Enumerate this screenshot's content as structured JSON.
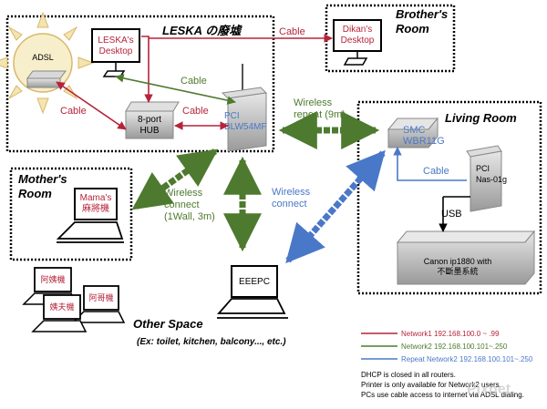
{
  "rooms": {
    "leska": "LESKA の廢墟",
    "brother": "Brother's\nRoom",
    "living": "Living Room",
    "mother": "Mother's\nRoom",
    "other": "Other Space",
    "other_note": "(Ex: toilet, kitchen, balcony..., etc.)"
  },
  "devices": {
    "adsl": "ADSL",
    "leska_desktop": "LESKA's\nDesktop",
    "dikan_desktop": "Dikan's\nDesktop",
    "hub": "8-port\nHUB",
    "pci_blw": "PCI\nBLW54MF",
    "smc": "SMC\nWBR11G",
    "pci_nas": "PCI\nNas-01g",
    "mama": "Mama's\n麻將機",
    "eeepc": "EEEPC",
    "canon": "Canon ip1880 with\n不斷墨系統",
    "laptop1": "阿姨機",
    "laptop2": "阿哥機",
    "laptop3": "姨夫機"
  },
  "links": {
    "cable_top": "Cable",
    "cable_mid": "Cable",
    "cable_left": "Cable",
    "cable_hub": "Cable",
    "cable_living": "Cable",
    "usb": "USB",
    "wireless_repeat": "Wireless\nrepeat (9m)",
    "wireless_mother": "Wireless\nconnect\n(1Wall, 3m)",
    "wireless_eee": "Wireless\nconnect"
  },
  "legend": {
    "n1": "Network1 192.168.100.0 ~ .99",
    "n2": "Network2 192.168.100.101~.250",
    "n3": "Repeat Network2 192.168.100.101~.250",
    "note1": "DHCP is closed in all routers.",
    "note2": "Printer is only available for Network2 users.",
    "note3": "PCs use cable access to internet via ADSL dialing."
  },
  "watermark": "Pixnet",
  "colors": {
    "red": "#b5243a",
    "green": "#4d7a2e",
    "blue": "#4a78c8"
  }
}
